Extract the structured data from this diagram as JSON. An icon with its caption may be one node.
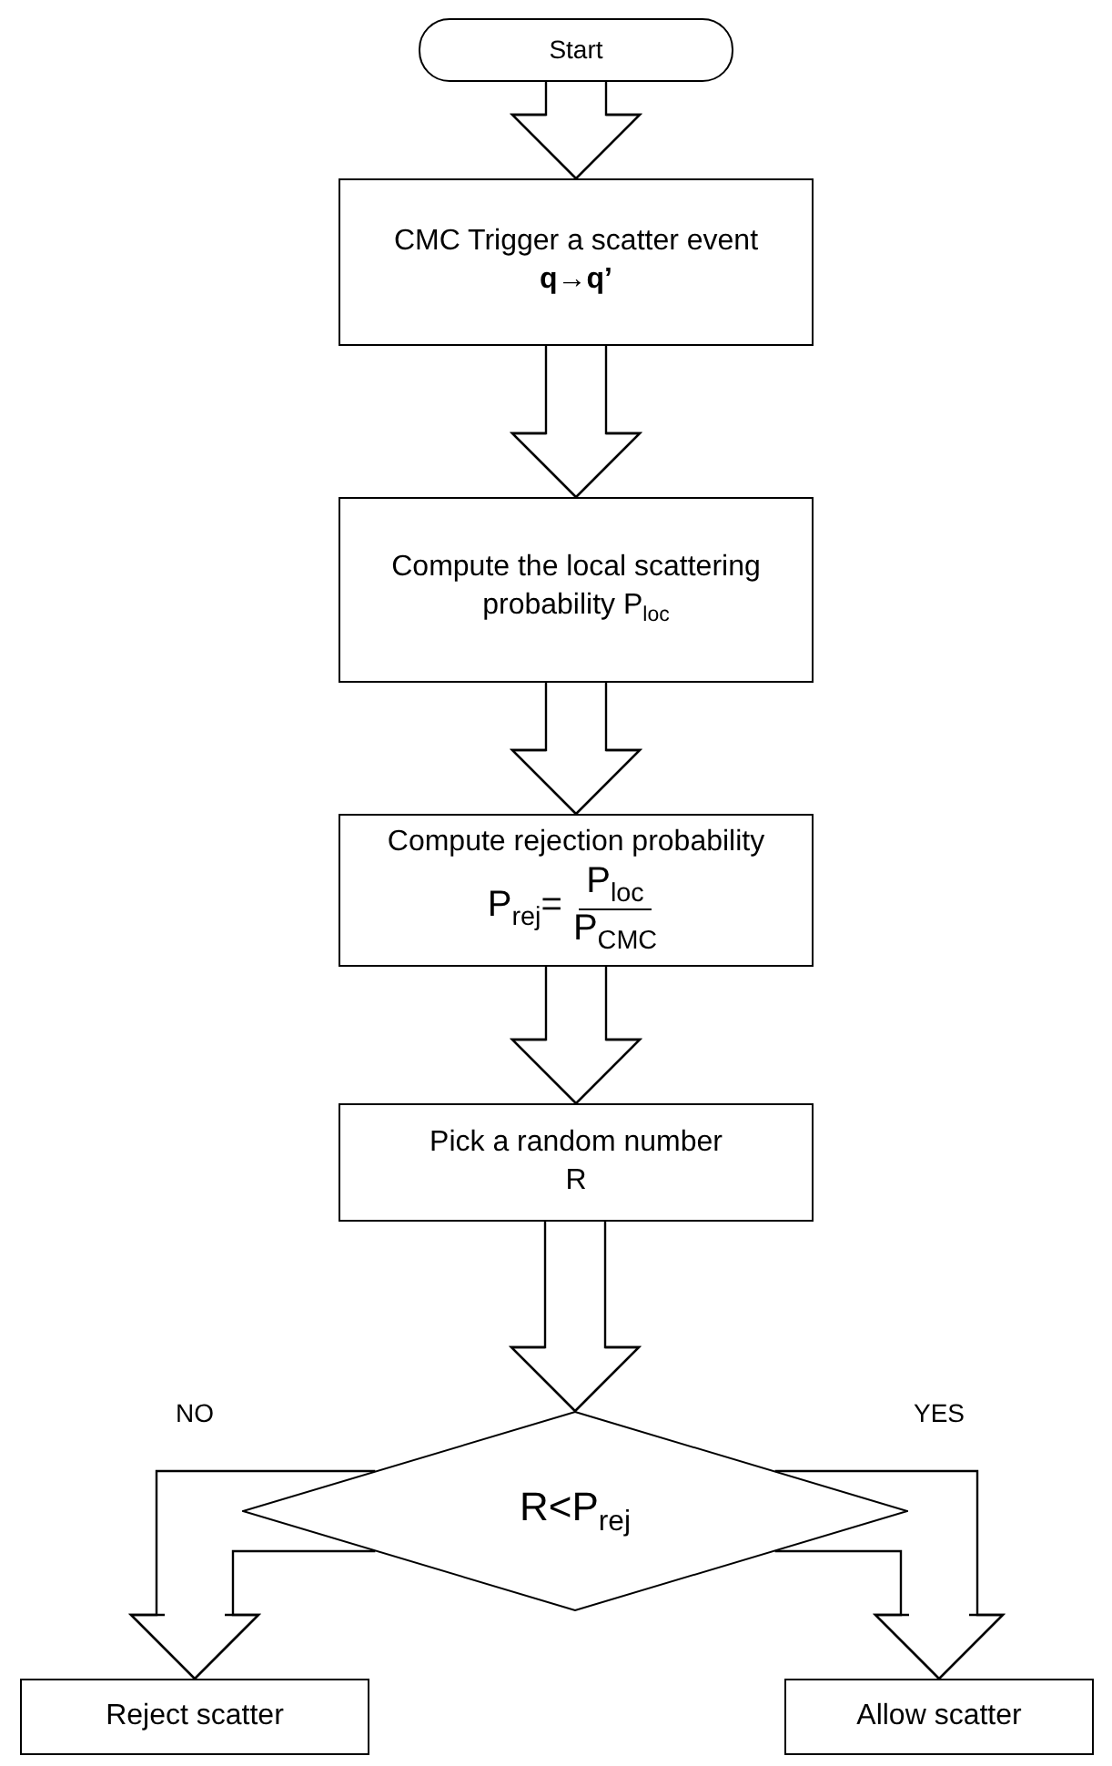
{
  "diagram": {
    "nodes": [
      {
        "text": [
          "Start"
        ]
      },
      {
        "text": [
          "CMC Trigger a scatter event",
          "q→q’"
        ]
      },
      {
        "text": [
          "Compute the local scattering probability P$_{loc}$"
        ]
      },
      {
        "text": [
          "Compute rejection probability",
          "P$_{rej}$=",
          "P$_{loc}$",
          "P$_{CMC}$"
        ]
      },
      {
        "text": [
          "Pick a random number",
          "R"
        ]
      },
      {
        "text": [
          "R<P$_{rej}$"
        ]
      },
      {
        "text": [
          "Reject scatter"
        ]
      },
      {
        "text": [
          "Allow scatter"
        ]
      }
    ],
    "edges": [
      {
        "from": 0,
        "to": 1,
        "arrow": "to"
      },
      {
        "from": 1,
        "to": 2,
        "arrow": "to"
      },
      {
        "from": 2,
        "to": 3,
        "arrow": "to"
      },
      {
        "from": 3,
        "to": 4,
        "arrow": "to"
      },
      {
        "from": 4,
        "to": 5,
        "arrow": "to"
      },
      {
        "from": 5,
        "to": 6,
        "arrow": "to",
        "label": "NO"
      },
      {
        "from": 5,
        "to": 7,
        "arrow": "to",
        "label": "YES"
      }
    ]
  }
}
